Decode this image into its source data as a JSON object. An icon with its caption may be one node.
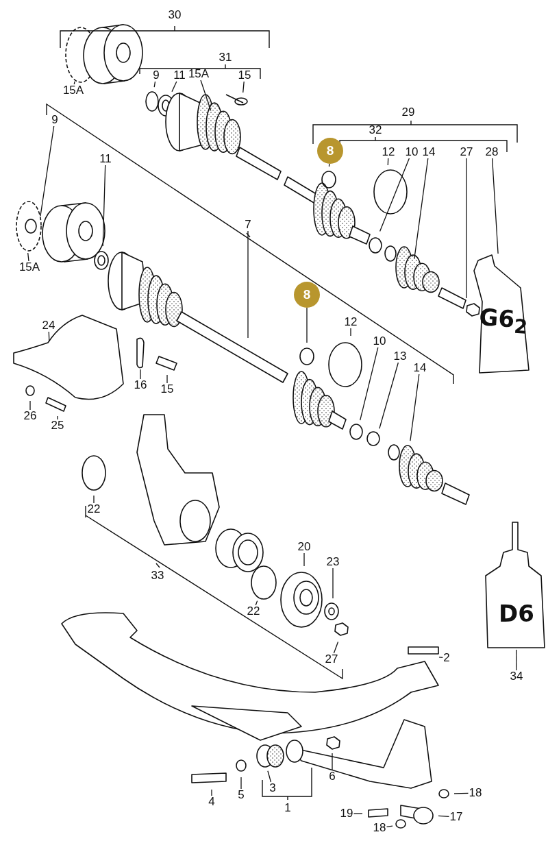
{
  "diagram": {
    "nodes": [
      {
        "text": [
          "15A"
        ]
      },
      {
        "text": [
          "9"
        ]
      },
      {
        "text": [
          "11"
        ]
      },
      {
        "text": [
          "15A"
        ]
      },
      {
        "text": [
          "15"
        ]
      },
      {
        "text": [
          "8"
        ]
      },
      {
        "text": [
          "12"
        ]
      },
      {
        "text": [
          "10"
        ]
      },
      {
        "text": [
          "14"
        ]
      },
      {
        "text": [
          "27"
        ]
      },
      {
        "text": [
          "28"
        ]
      },
      {
        "text": [
          "9"
        ]
      },
      {
        "text": [
          "15A"
        ]
      },
      {
        "text": [
          "11"
        ]
      },
      {
        "text": [
          "7"
        ]
      },
      {
        "text": [
          "8"
        ]
      },
      {
        "text": [
          "12"
        ]
      },
      {
        "text": [
          "10"
        ]
      },
      {
        "text": [
          "13"
        ]
      },
      {
        "text": [
          "14"
        ]
      },
      {
        "text": [
          "24"
        ]
      },
      {
        "text": [
          "16"
        ]
      },
      {
        "text": [
          "15"
        ]
      },
      {
        "text": [
          "26"
        ]
      },
      {
        "text": [
          "25"
        ]
      },
      {
        "text": [
          "22"
        ]
      },
      {
        "text": [
          "20"
        ]
      },
      {
        "text": [
          "23"
        ]
      },
      {
        "text": [
          "22"
        ]
      },
      {
        "text": [
          "27"
        ]
      },
      {
        "text": [
          "2"
        ]
      },
      {
        "text": [
          "34"
        ]
      },
      {
        "text": [
          "6"
        ]
      },
      {
        "text": [
          "3"
        ]
      },
      {
        "text": [
          "4"
        ]
      },
      {
        "text": [
          "5"
        ]
      },
      {
        "text": [
          "18"
        ]
      },
      {
        "text": [
          "19"
        ]
      },
      {
        "text": [
          "17"
        ]
      },
      {
        "text": [
          "18"
        ]
      },
      {
        "text": [
          "G6$_{2}$"
        ]
      },
      {
        "text": [
          "D6"
        ]
      }
    ],
    "edges": [
      {
        "from": 0,
        "to": null,
        "arrow": "none"
      },
      {
        "from": 1,
        "to": null,
        "arrow": "none"
      },
      {
        "from": 2,
        "to": null,
        "arrow": "none"
      },
      {
        "from": 3,
        "to": null,
        "arrow": "none"
      },
      {
        "from": 4,
        "to": null,
        "arrow": "none"
      },
      {
        "from": 5,
        "to": null,
        "arrow": "none"
      },
      {
        "from": 6,
        "to": null,
        "arrow": "none"
      },
      {
        "from": 7,
        "to": null,
        "arrow": "none"
      },
      {
        "from": 8,
        "to": null,
        "arrow": "none"
      },
      {
        "from": 9,
        "to": null,
        "arrow": "none"
      },
      {
        "from": 10,
        "to": 40,
        "arrow": "none"
      },
      {
        "from": 11,
        "to": null,
        "arrow": "none"
      },
      {
        "from": 12,
        "to": null,
        "arrow": "none"
      },
      {
        "from": 13,
        "to": null,
        "arrow": "none"
      },
      {
        "from": 14,
        "to": null,
        "arrow": "none"
      },
      {
        "from": 15,
        "to": null,
        "arrow": "none"
      },
      {
        "from": 16,
        "to": null,
        "arrow": "none"
      },
      {
        "from": 17,
        "to": null,
        "arrow": "none"
      },
      {
        "from": 18,
        "to": null,
        "arrow": "none"
      },
      {
        "from": 19,
        "to": null,
        "arrow": "none"
      },
      {
        "from": 20,
        "to": null,
        "arrow": "none"
      },
      {
        "from": 21,
        "to": null,
        "arrow": "none"
      },
      {
        "from": 22,
        "to": null,
        "arrow": "none"
      },
      {
        "from": 23,
        "to": null,
        "arrow": "none"
      },
      {
        "from": 24,
        "to": null,
        "arrow": "none"
      },
      {
        "from": 25,
        "to": null,
        "arrow": "none"
      },
      {
        "from": 26,
        "to": null,
        "arrow": "none"
      },
      {
        "from": 27,
        "to": null,
        "arrow": "none"
      },
      {
        "from": 28,
        "to": null,
        "arrow": "none"
      },
      {
        "from": 29,
        "to": null,
        "arrow": "none"
      },
      {
        "from": 30,
        "to": null,
        "arrow": "none"
      },
      {
        "from": 31,
        "to": 41,
        "arrow": "none"
      },
      {
        "from": 32,
        "to": null,
        "arrow": "none"
      },
      {
        "from": 33,
        "to": null,
        "arrow": "none"
      },
      {
        "from": 34,
        "to": null,
        "arrow": "none"
      },
      {
        "from": 35,
        "to": null,
        "arrow": "none"
      },
      {
        "from": 36,
        "to": null,
        "arrow": "none"
      },
      {
        "from": 37,
        "to": null,
        "arrow": "none"
      },
      {
        "from": 38,
        "to": null,
        "arrow": "none"
      },
      {
        "from": 39,
        "to": null,
        "arrow": "none"
      }
    ],
    "labels": [
      "30",
      "31",
      "29",
      "32",
      "33",
      "1"
    ]
  }
}
